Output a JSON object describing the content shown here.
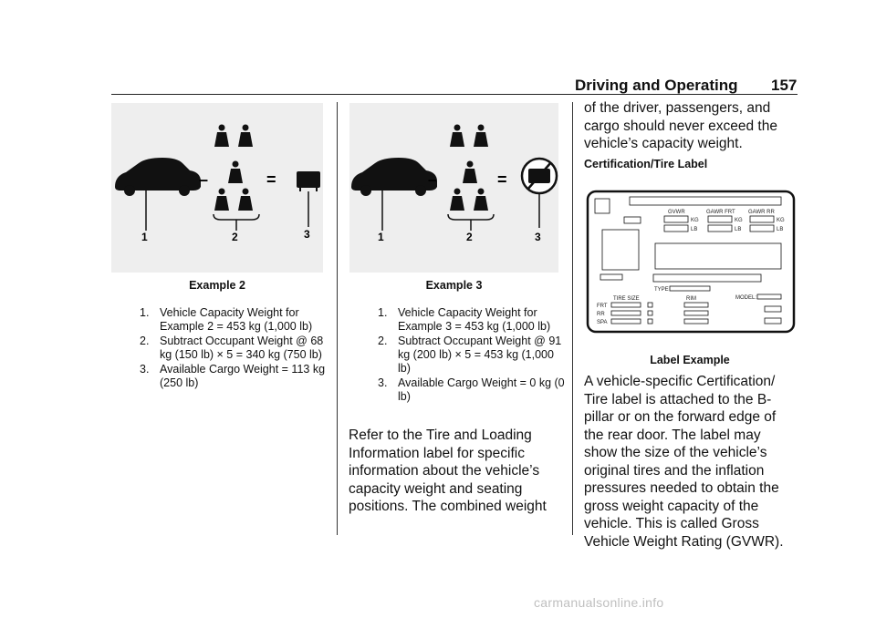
{
  "header": {
    "title": "Driving and Operating",
    "page_number": "157"
  },
  "example2": {
    "callouts": [
      "1",
      "2",
      "3"
    ],
    "operators": [
      "–",
      "="
    ],
    "caption": "Example 2",
    "steps": [
      {
        "num": "1.",
        "text": "Vehicle Capacity Weight for Example 2 = 453 kg (1,000 lb)"
      },
      {
        "num": "2.",
        "text": "Subtract Occupant Weight @ 68 kg (150 lb) × 5 = 340 kg (750 lb)"
      },
      {
        "num": "3.",
        "text": "Available Cargo Weight = 113 kg (250 lb)"
      }
    ]
  },
  "example3": {
    "callouts": [
      "1",
      "2",
      "3"
    ],
    "operators": [
      "–",
      "="
    ],
    "caption": "Example 3",
    "steps": [
      {
        "num": "1.",
        "text": "Vehicle Capacity Weight for Example 3 = 453 kg (1,000 lb)"
      },
      {
        "num": "2.",
        "text": "Subtract Occupant Weight @ 91 kg (200 lb) × 5 = 453 kg (1,000 lb)"
      },
      {
        "num": "3.",
        "text": "Available Cargo Weight = 0 kg (0 lb)"
      }
    ]
  },
  "middle_paragraph": "Refer to the Tire and Loading Information label for specific information about the vehicle’s capacity weight and seating positions. The combined weight",
  "right_paragraph_top": "of the driver, passengers, and cargo should never exceed the vehicle’s capacity weight.",
  "cert_heading": "Certification/Tire Label",
  "label_example": {
    "fields": {
      "gvwr": "GVWR",
      "gawr_frt": "GAWR FRT",
      "gawr_rr": "GAWR RR",
      "kg": "KG",
      "lb": "LB",
      "type": "TYPE",
      "tire_size": "TIRE SIZE",
      "rim": "RIM",
      "model": "MODEL:",
      "frt": "FRT",
      "rr": "RR",
      "spa": "SPA"
    },
    "caption": "Label Example"
  },
  "right_paragraph_bottom": "A vehicle-specific Certification/ Tire label is attached to the B-pillar or on the forward edge of the rear door. The label may show the size of the vehicle’s original tires and the inflation pressures needed to obtain the gross weight capacity of the vehicle. This is called Gross Vehicle Weight Rating (GVWR).",
  "footer": "carmanualsonline.info"
}
